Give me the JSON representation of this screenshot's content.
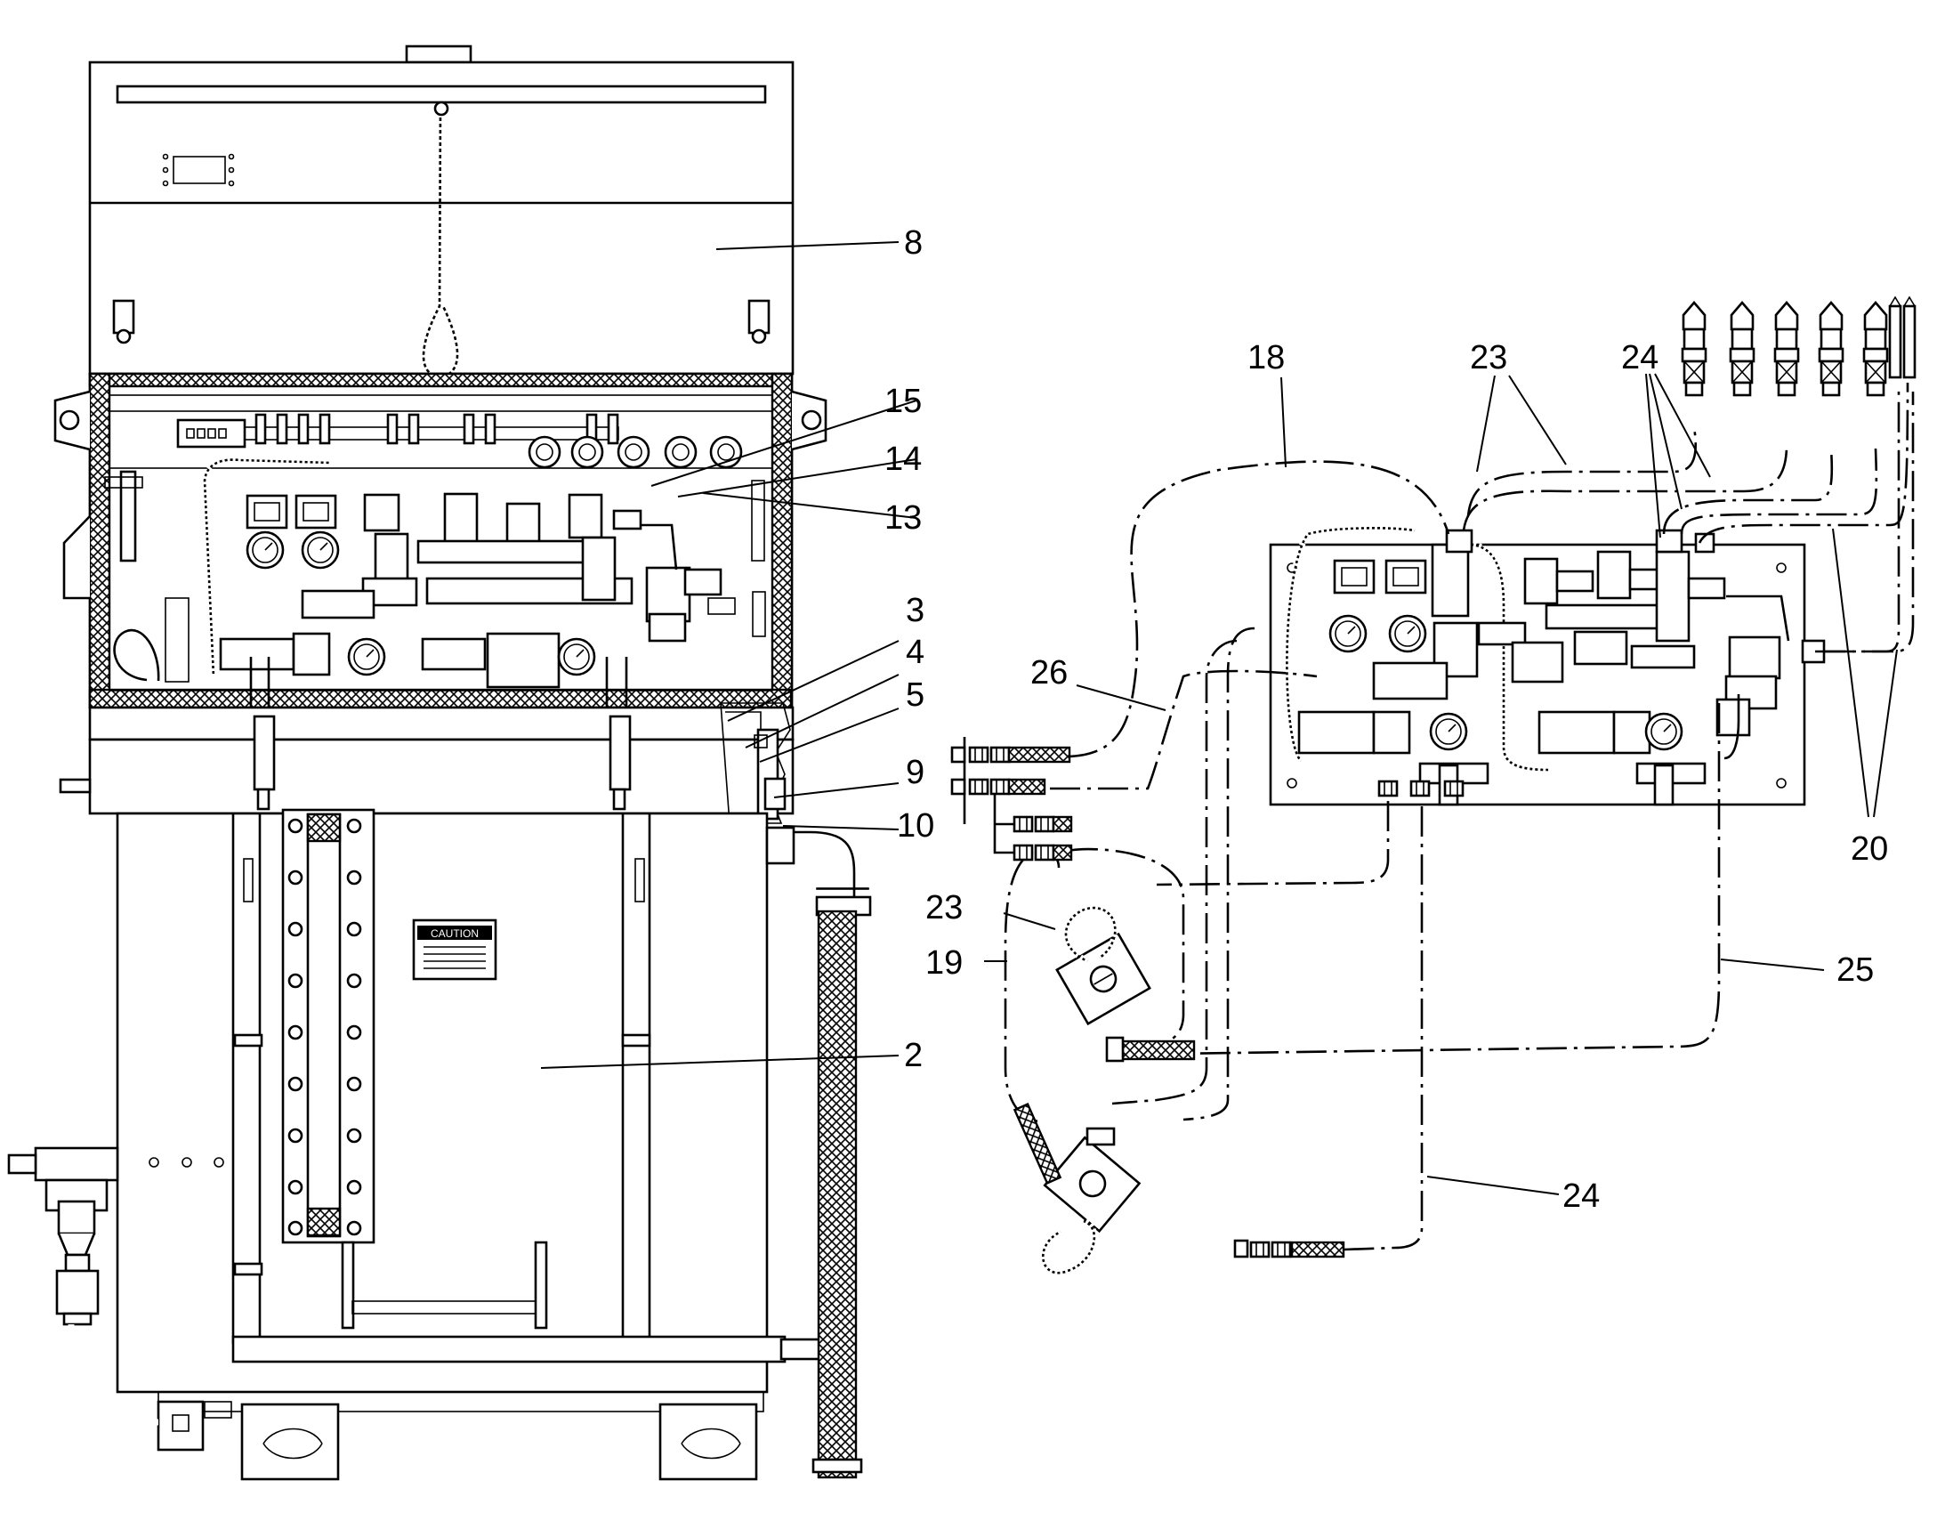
{
  "figure": {
    "caution_label": {
      "heading": "CAUTION"
    },
    "callouts": {
      "c8": "8",
      "c15": "15",
      "c14": "14",
      "c13": "13",
      "c3": "3",
      "c4": "4",
      "c5": "5",
      "c9": "9",
      "c10": "10",
      "c2": "2",
      "c18": "18",
      "c23a": "23",
      "c24a": "24",
      "c26": "26",
      "c20": "20",
      "c23b": "23",
      "c19": "19",
      "c25": "25",
      "c24b": "24"
    }
  }
}
